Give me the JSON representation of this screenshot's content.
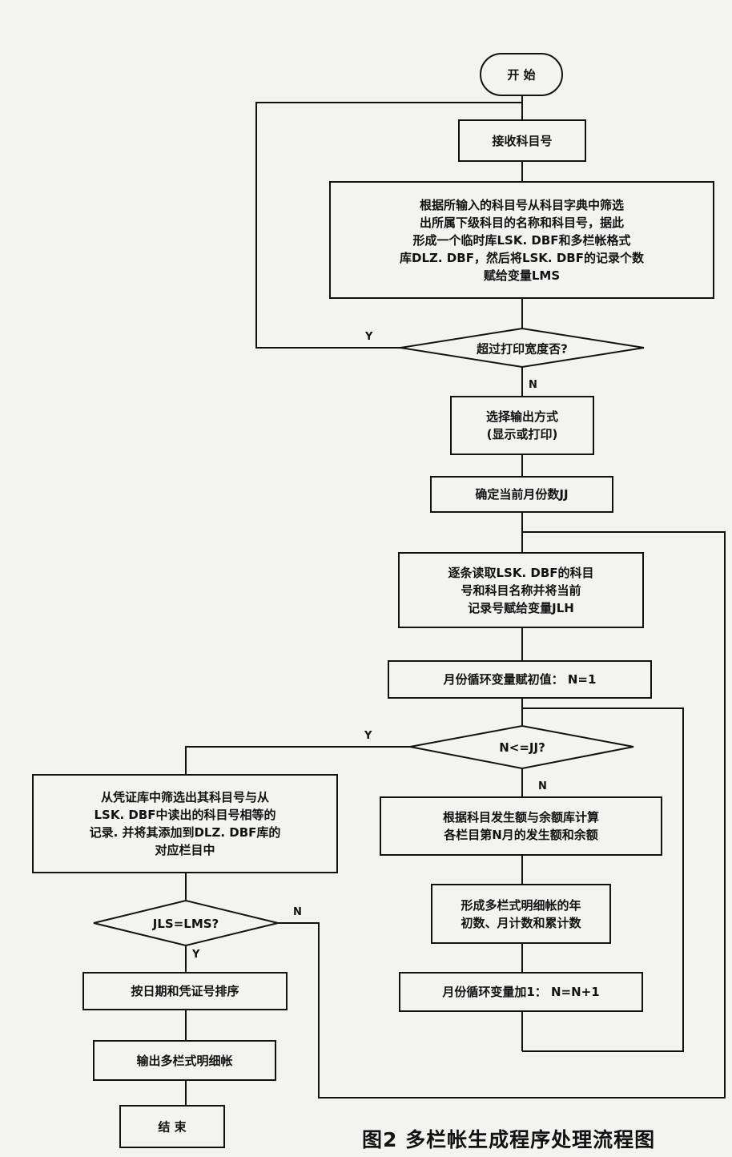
{
  "diagram": {
    "start": "开  始",
    "steps": {
      "receive": "接收科目号",
      "screen": "根据所输入的科目号从科目字典中筛选\n出所属下级科目的名称和科目号，据此\n形成一个临时库LSK. DBF和多栏帐格式\n库DLZ. DBF，然后将LSK. DBF的记录个数\n赋给变量LMS",
      "select_output": "选择输出方式\n(显示或打印)",
      "month": "确定当前月份数JJ",
      "read": "逐条读取LSK. DBF的科目\n号和科目名称并将当前\n记录号赋给变量JLH",
      "init_loop": "月份循环变量赋初值：  N=1",
      "filter": "从凭证库中筛选出其科目号与从\nLSK. DBF中读出的科目号相等的\n记录. 并将其添加到DLZ. DBF库的\n对应栏目中",
      "calc": "根据科目发生额与余额库计算\n各栏目第N月的发生额和余额",
      "form": "形成多栏式明细帐的年\n初数、月计数和累计数",
      "inc_loop": "月份循环变量加1：  N=N+1",
      "sort": "按日期和凭证号排序",
      "output": "输出多栏式明细帐"
    },
    "decisions": {
      "width": "超过打印宽度否?",
      "nloop": "N<=JJ?",
      "jls": "JLS=LMS?"
    },
    "branch_labels": {
      "yes": "Y",
      "no": "N"
    },
    "end": "结  束"
  },
  "caption": "图2   多栏帐生成程序处理流程图"
}
